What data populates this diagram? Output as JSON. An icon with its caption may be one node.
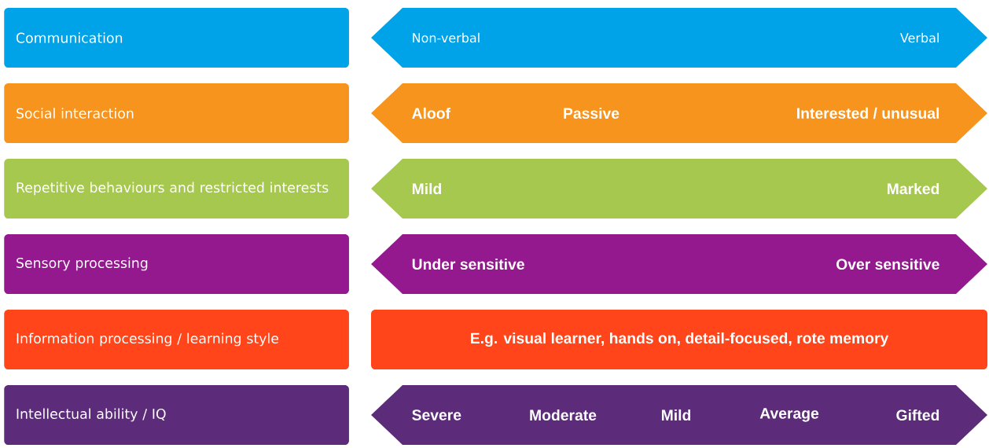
{
  "diagram": {
    "nodes": [
      {
        "text": [
          "Communication"
        ]
      },
      {
        "text": [
          "Non-verbal",
          "Verbal"
        ]
      },
      {
        "text": [
          "Social interaction"
        ]
      },
      {
        "text": [
          "Aloof",
          "Passive",
          "Interested / unusual"
        ]
      },
      {
        "text": [
          "Repetitive behaviours and restricted interests"
        ]
      },
      {
        "text": [
          "Mild",
          "Marked"
        ]
      },
      {
        "text": [
          "Sensory processing"
        ]
      },
      {
        "text": [
          "Under sensitive",
          "Over sensitive"
        ]
      },
      {
        "text": [
          "Information processing / learning style"
        ]
      },
      {
        "text": [
          "E.g. visual learner, hands on, detail-focused, rote memory"
        ]
      },
      {
        "text": [
          "Intellectual ability / IQ"
        ]
      },
      {
        "text": [
          "Severe",
          "Moderate",
          "Mild",
          "Average",
          "Gifted"
        ]
      }
    ]
  }
}
